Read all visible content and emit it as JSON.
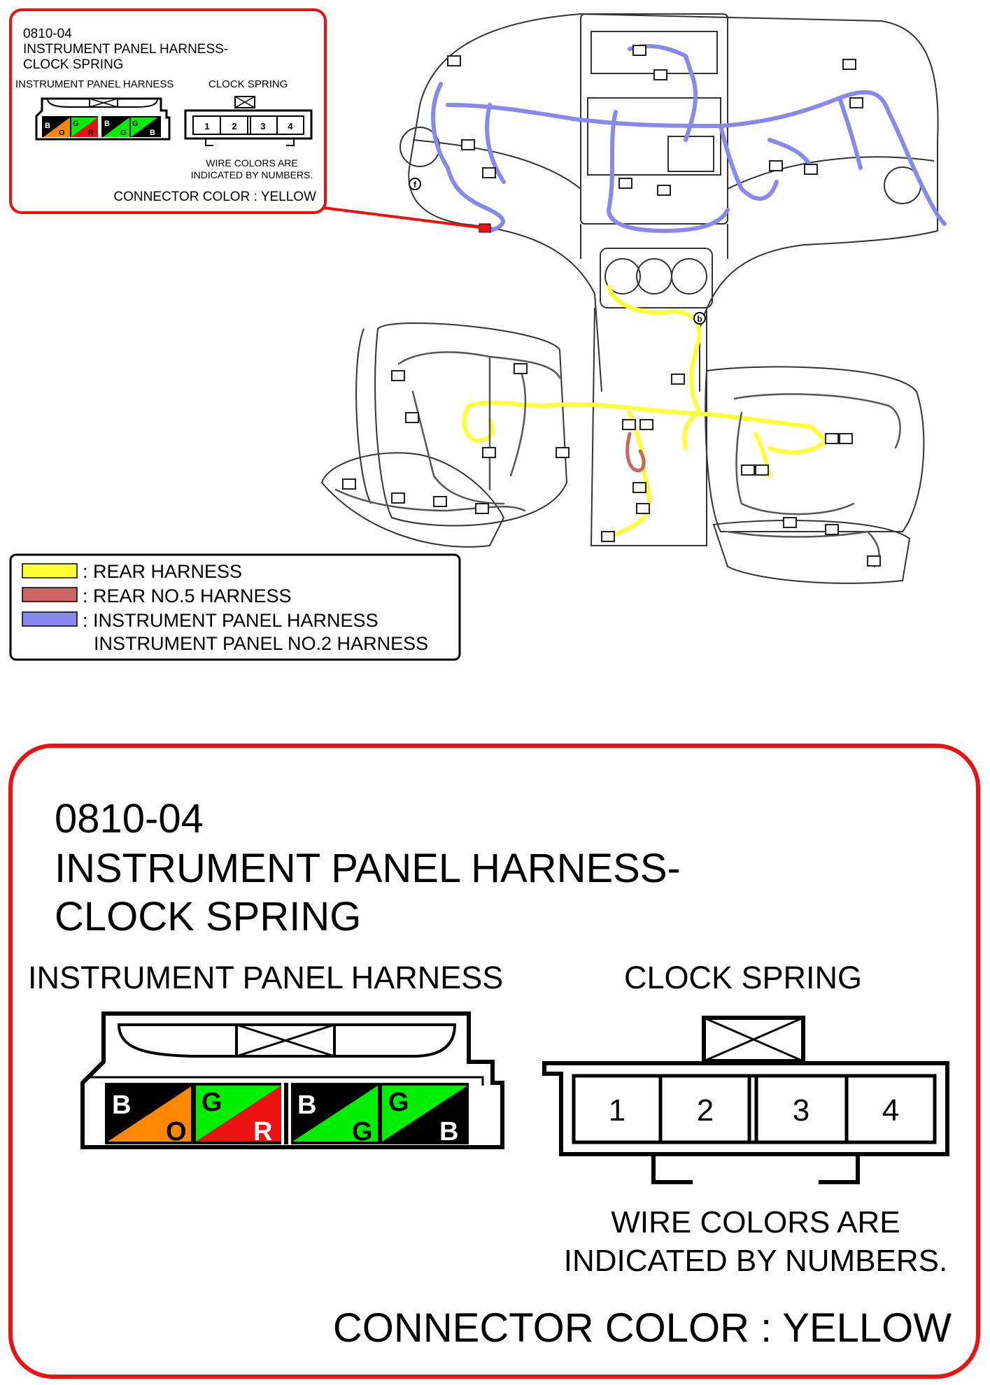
{
  "callout_small": {
    "code": "0810-04",
    "title_line1": "INSTRUMENT PANEL HARNESS-",
    "title_line2": "CLOCK SPRING",
    "left_label": "INSTRUMENT PANEL HARNESS",
    "right_label": "CLOCK SPRING",
    "note_line1": "WIRE COLORS ARE",
    "note_line2": "INDICATED BY NUMBERS.",
    "connector_color": "CONNECTOR COLOR : YELLOW"
  },
  "legend": {
    "items": [
      {
        "label": ": REAR HARNESS",
        "color": "#ffff33"
      },
      {
        "label": ": REAR NO.5 HARNESS",
        "color": "#cc6666"
      },
      {
        "label": ": INSTRUMENT PANEL HARNESS",
        "color": "#8888ee"
      }
    ],
    "extra_line": "INSTRUMENT PANEL NO.2 HARNESS"
  },
  "callout_large": {
    "code": "0810-04",
    "title_line1": "INSTRUMENT PANEL HARNESS-",
    "title_line2": "CLOCK SPRING",
    "left_label": "INSTRUMENT PANEL HARNESS",
    "right_label": "CLOCK SPRING",
    "note_line1": "WIRE COLORS ARE",
    "note_line2": "INDICATED BY NUMBERS.",
    "connector_color": "CONNECTOR COLOR : YELLOW"
  },
  "harness_connector": {
    "cells": [
      {
        "top": "B",
        "bottom": "O",
        "top_color": "#000000",
        "bottom_color": "#ff8800"
      },
      {
        "top": "G",
        "bottom": "R",
        "top_color": "#00ee00",
        "bottom_color": "#ee1111"
      },
      {
        "top": "B",
        "bottom": "G",
        "top_color": "#000000",
        "bottom_color": "#00ee00"
      },
      {
        "top": "G",
        "bottom": "B",
        "top_color": "#00ee00",
        "bottom_color": "#000000"
      }
    ]
  },
  "clock_spring_connector": {
    "pins": [
      "1",
      "2",
      "3",
      "4"
    ]
  },
  "diagram_markers": [
    "b",
    "f"
  ],
  "colors": {
    "callout_border": "#ee1111",
    "leader_line": "#ee1111",
    "rear_harness": "#ffff33",
    "rear_no5_harness": "#cc6666",
    "instrument_panel_harness": "#8888ee"
  }
}
